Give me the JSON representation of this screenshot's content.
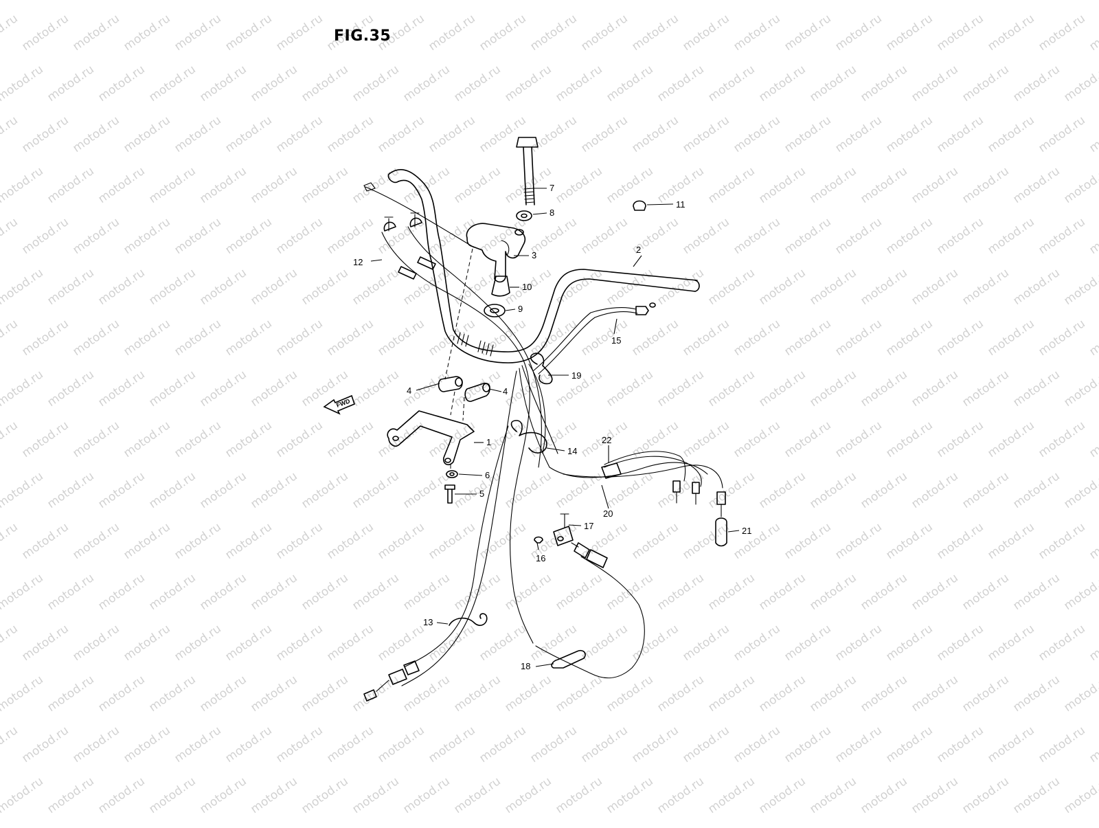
{
  "figure": {
    "title": "FIG.35",
    "watermark_text": "motod.ru",
    "fwd_label": "FWD"
  },
  "callouts": [
    "1",
    "2",
    "3",
    "4",
    "4",
    "5",
    "6",
    "7",
    "8",
    "9",
    "10",
    "11",
    "12",
    "13",
    "14",
    "15",
    "16",
    "17",
    "18",
    "19",
    "20",
    "21",
    "22"
  ]
}
